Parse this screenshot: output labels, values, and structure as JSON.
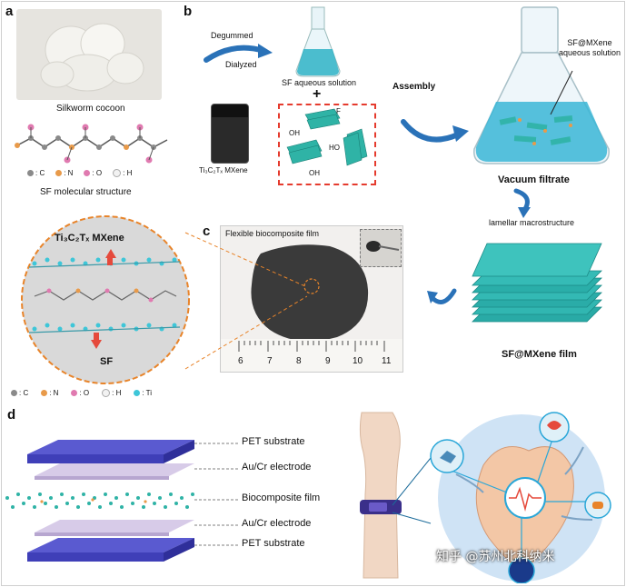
{
  "panels": {
    "a": {
      "letter": "a",
      "cocoon_caption": "Silkworm cocoon",
      "molecule_caption": "SF molecular structure",
      "legend": [
        {
          "symbol": "C",
          "text": ": C",
          "color": "#8a8a8a"
        },
        {
          "symbol": "N",
          "text": ": N",
          "color": "#e89a4a"
        },
        {
          "symbol": "O",
          "text": ": O",
          "color": "#e07ab0"
        },
        {
          "symbol": "H",
          "text": ": H",
          "color": "#f2f2f2"
        }
      ]
    },
    "b": {
      "letter": "b",
      "degummed": "Degummed",
      "dialyzed": "Dialyzed",
      "sf_solution": "SF aqueous solution",
      "plus": "+",
      "mxene_vial": "MXene",
      "mxene_formula": "Ti₃C₂Tₓ",
      "assembly": "Assembly",
      "flask_label": "SF@MXene aqueous solution",
      "vacuum": "Vacuum filtrate",
      "lamellar": "lamellar macrostructure",
      "film": "SF@MXene film",
      "group_labels": [
        "F",
        "OH",
        "HO",
        "OH"
      ]
    },
    "c": {
      "letter": "c",
      "film_caption": "Flexible biocomposite film",
      "zoom_top": "MXene",
      "zoom_formula": "Ti₃C₂Tₓ",
      "zoom_bottom": "SF",
      "ruler_ticks": [
        "6",
        "7",
        "8",
        "9",
        "10",
        "11"
      ],
      "legend": [
        {
          "text": ": C",
          "color": "#8a8a8a"
        },
        {
          "text": ": N",
          "color": "#e89a4a"
        },
        {
          "text": ": O",
          "color": "#e07ab0"
        },
        {
          "text": ": H",
          "color": "#f2f2f2"
        },
        {
          "text": ": Ti",
          "color": "#3ec6d8"
        }
      ]
    },
    "d": {
      "letter": "d",
      "layers": [
        "PET substrate",
        "Au/Cr electrode",
        "Biocomposite film",
        "Au/Cr electrode",
        "PET substrate"
      ],
      "watermark": "知乎 @苏州北科纳米"
    }
  },
  "colors": {
    "teal": "#2fb3a6",
    "arrow_blue": "#2a72b8",
    "orange_dash": "#e8842a",
    "red_arrow": "#e54a3c",
    "pet": "#3f3fb8",
    "electrode": "#c7b9dc",
    "heart_bg": "#cfe3f5"
  }
}
